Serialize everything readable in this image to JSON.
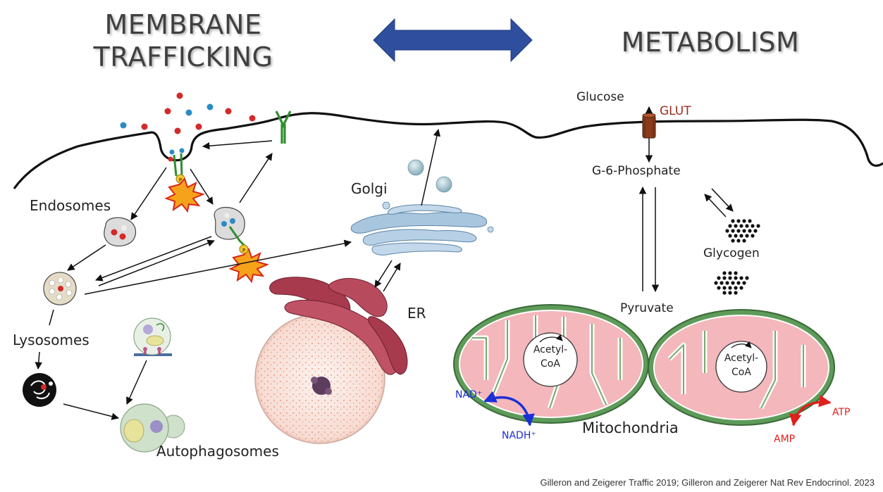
{
  "titles": {
    "membrane_trafficking": "MEMBRANE\nTRAFFICKING",
    "metabolism": "METABOLISM"
  },
  "labels": {
    "endosomes": "Endosomes",
    "lysosomes": "Lysosomes",
    "autophagosomes": "Autophagosomes",
    "golgi": "Golgi",
    "er": "ER",
    "glucose": "Glucose",
    "glut": "GLUT",
    "g6p": "G-6-Phosphate",
    "glycogen": "Glycogen",
    "pyruvate": "Pyruvate",
    "acetyl_coa_1": "Acetyl-\nCoA",
    "acetyl_coa_2": "Acetyl-\nCoA",
    "nad": "NAD⁺",
    "nadh": "NADH⁺",
    "mitochondria": "Mitochondria",
    "atp": "ATP",
    "amp": "AMP",
    "phospho_1": "P",
    "phospho_2": "P"
  },
  "citation": "Gilleron and Zeigerer Traffic 2019; Gilleron and Zeigerer Nat Rev Endocrinol. 2023",
  "colors": {
    "arrow_blue": "#2f4f9e",
    "nad_blue": "#1a2fd6",
    "atp_red": "#e0201c",
    "mito_green": "#5e9b5a",
    "mito_pink": "#f3b7bc",
    "er_red": "#a83a4e",
    "golgi_blue": "#a9c6df",
    "glut_brown": "#8a3b1c",
    "glut_label": "#a02a1e"
  }
}
